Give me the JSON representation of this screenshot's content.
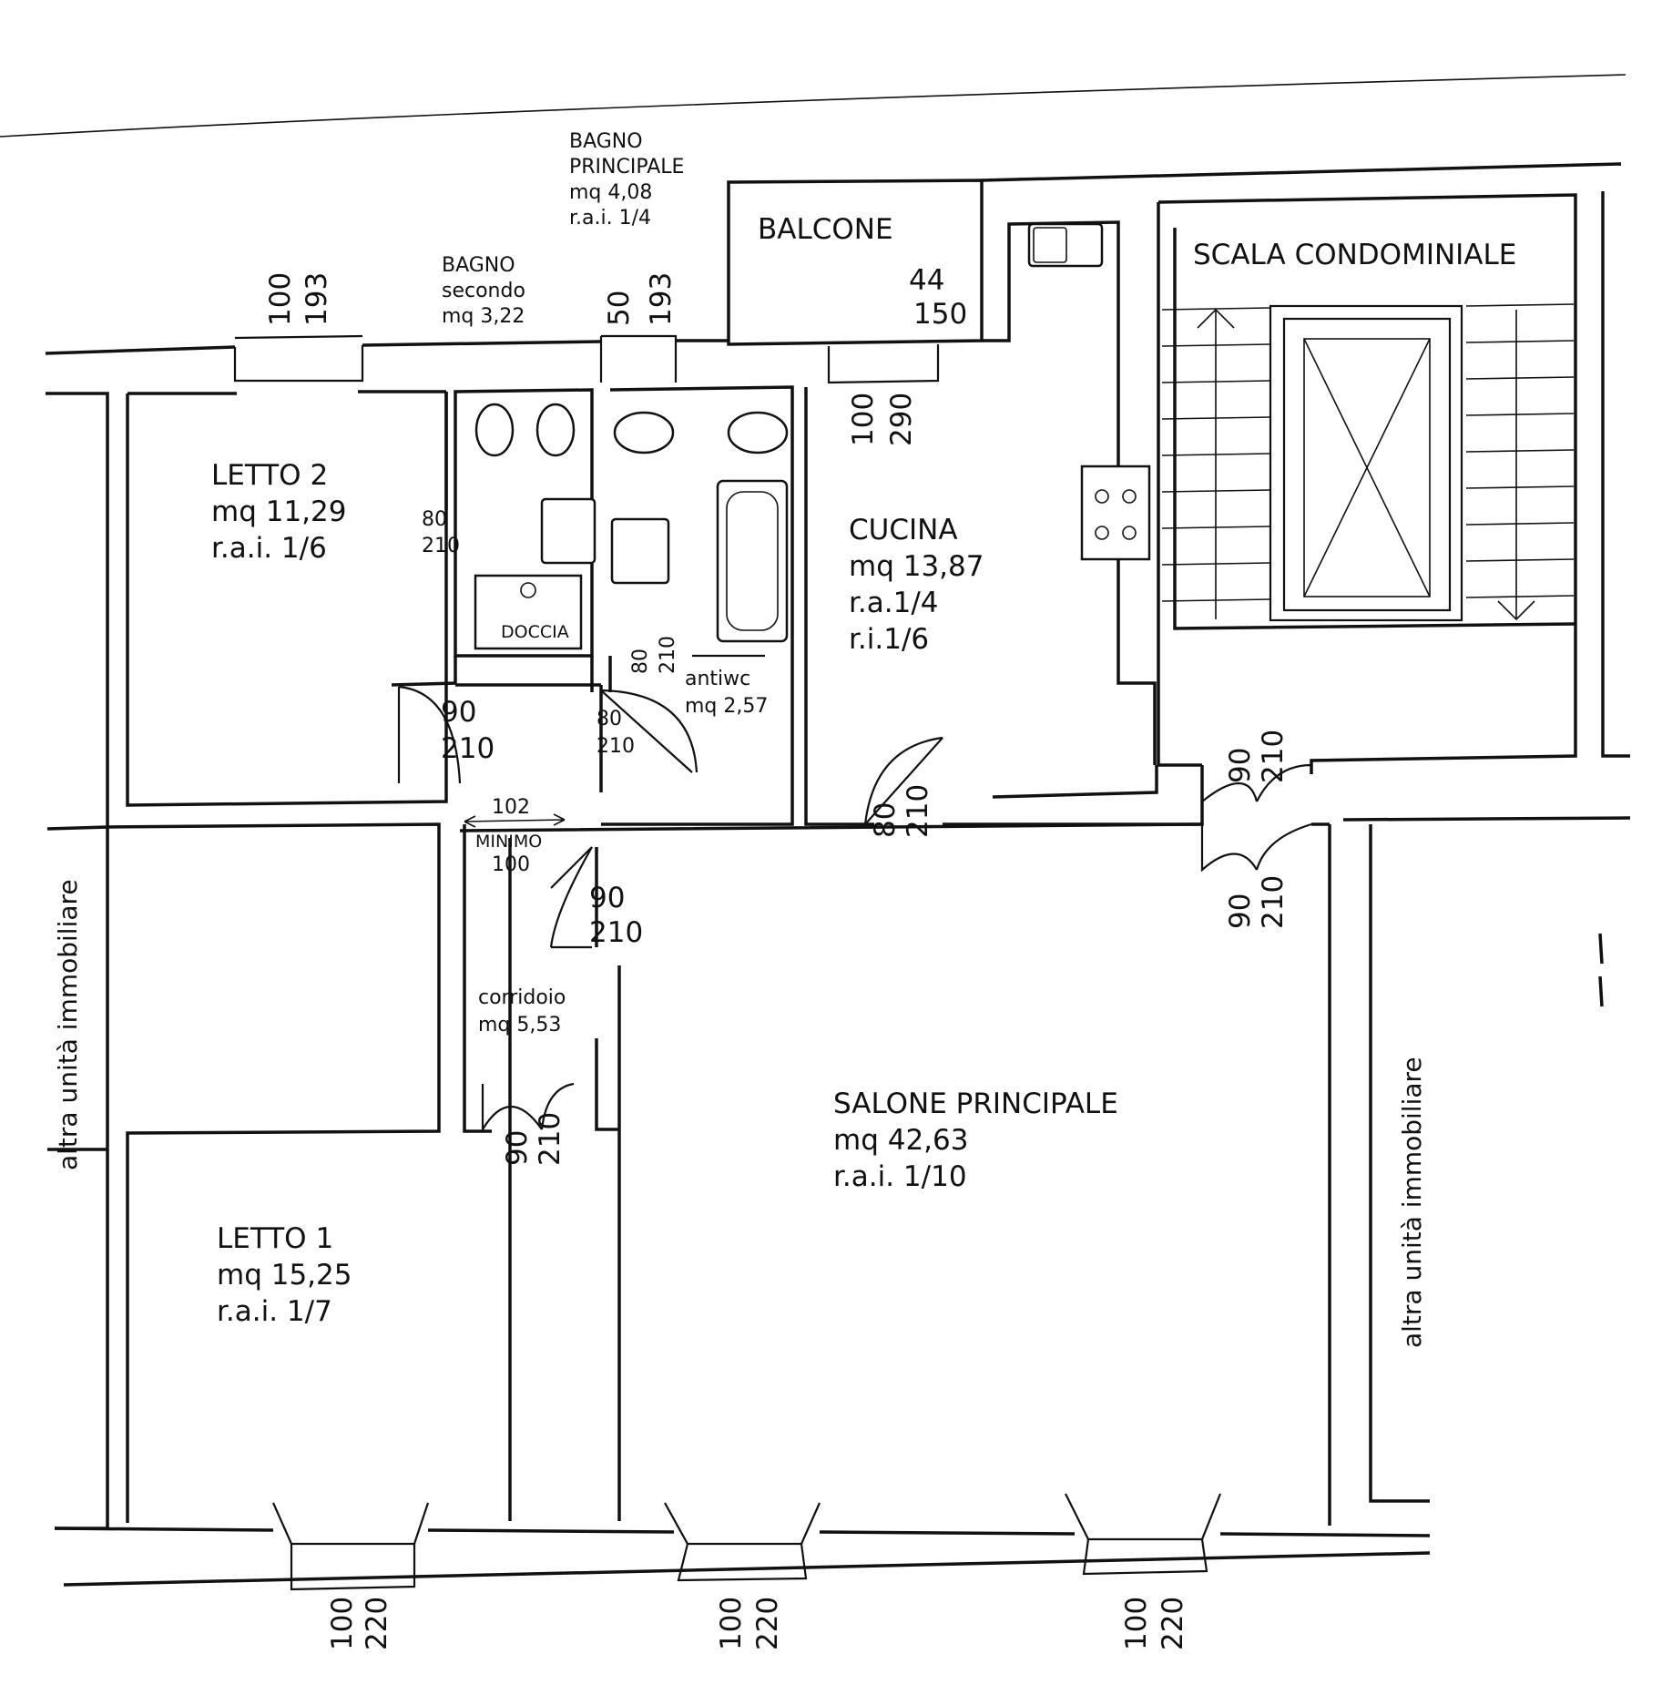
{
  "rooms": {
    "bagno_principale": {
      "name": "BAGNO",
      "name2": "PRINCIPALE",
      "area": "mq 4,08",
      "rai": "r.a.i.  1/4"
    },
    "bagno_secondo": {
      "name": "BAGNO",
      "name2": "secondo",
      "area": "mq 3,22"
    },
    "balcone": {
      "name": "BALCONE",
      "dim1": "44",
      "dim2": "150"
    },
    "scala": {
      "name": "SCALA  CONDOMINIALE"
    },
    "letto2": {
      "name": "LETTO  2",
      "area": "mq  11,29",
      "rai": "r.a.i.  1/6"
    },
    "cucina": {
      "name": "CUCINA",
      "area": "mq  13,87",
      "ra": "r.a.1/4",
      "ri": "r.i.1/6"
    },
    "antiwc": {
      "name": "antiwc",
      "area": "mq  2,57"
    },
    "corridoio": {
      "name": "corridoio",
      "area": "mq  5,53"
    },
    "salone": {
      "name": "SALONE  PRINCIPALE",
      "area": "mq  42,63",
      "rai": "r.a.i.  1/10"
    },
    "letto1": {
      "name": "LETTO  1",
      "area": "mq  15,25",
      "rai": "r.a.i.  1/7"
    }
  },
  "fixtures": {
    "doccia": "DOCCIA"
  },
  "side_labels": {
    "left": "altra unità immobiliare",
    "right": "altra unità immobiliare"
  },
  "corridor_min": {
    "width": "102",
    "label": "MINIMO",
    "value": "100"
  },
  "windows": {
    "w1": {
      "w": "100",
      "h": "193"
    },
    "w2": {
      "w": "50",
      "h": "193"
    },
    "w3": {
      "w": "100",
      "h": "290"
    },
    "b1": {
      "w": "100",
      "h": "220"
    },
    "b2": {
      "w": "100",
      "h": "220"
    },
    "b3": {
      "w": "100",
      "h": "220"
    }
  },
  "doors": {
    "d_wc2": {
      "w": "80",
      "h": "210"
    },
    "d_antiwc": {
      "w": "80",
      "h": "210"
    },
    "d_letto2": {
      "w": "90",
      "h": "210"
    },
    "d_bagno": {
      "w": "80",
      "h": "210"
    },
    "d_cucina": {
      "w": "80",
      "h": "210"
    },
    "d_scala_top": {
      "w": "90",
      "h": "210"
    },
    "d_scala_bot": {
      "w": "90",
      "h": "210"
    },
    "d_salone": {
      "w": "90",
      "h": "210"
    },
    "d_letto1": {
      "w": "90",
      "h": "210"
    }
  }
}
